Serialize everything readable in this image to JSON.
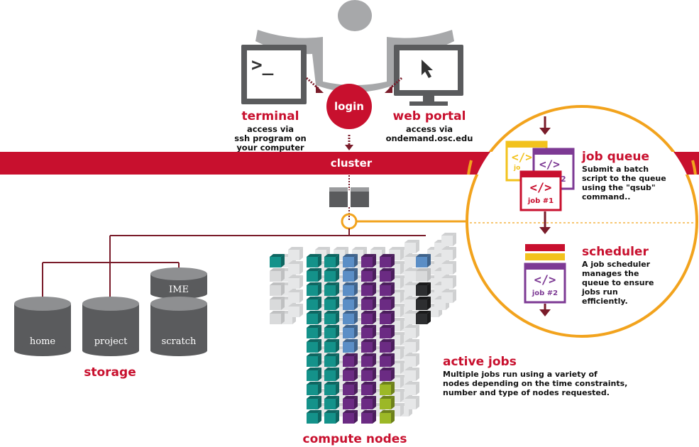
{
  "researcher": {
    "label": "researcher"
  },
  "login": {
    "label": "login"
  },
  "terminal": {
    "title": "terminal",
    "glyph": ">_",
    "desc_lines": [
      "access via",
      "ssh program on",
      "your computer"
    ]
  },
  "web_portal": {
    "title": "web portal",
    "desc_lines": [
      "access via",
      "ondemand.osc.edu"
    ]
  },
  "cluster": {
    "label": "cluster"
  },
  "job_queue": {
    "title": "job queue",
    "desc_lines": [
      "Submit a batch",
      "script to the queue",
      "using the \"qsub\"",
      "command.."
    ],
    "card_front_label": "job #1",
    "card_back_label": "2",
    "card_back2_label": "jo",
    "code_glyph": "</>"
  },
  "scheduler": {
    "title": "scheduler",
    "desc_lines": [
      "A job scheduler",
      "manages the",
      "queue to ensure",
      "jobs run",
      "efficiently."
    ],
    "card_label": "job #2",
    "code_glyph": "</>"
  },
  "storage": {
    "title": "storage",
    "disks": [
      {
        "label": "home"
      },
      {
        "label": "project"
      },
      {
        "label": "scratch"
      }
    ],
    "ime_label": "IME"
  },
  "active_jobs": {
    "title": "active jobs",
    "desc_lines": [
      "Multiple jobs run using a variety of",
      "nodes depending on the time constraints,",
      "number and type of nodes requested."
    ]
  },
  "compute_nodes": {
    "title": "compute nodes"
  },
  "colors": {
    "red": "#c8102e",
    "dark_red": "#7a1c2a",
    "orange": "#f2a31d",
    "teal": "#14928a",
    "blue": "#5b8ec6",
    "purple": "#6b2b83",
    "lime": "#9cb827",
    "gray": "#5a5b5d",
    "light_gray": "#d6d7d8"
  }
}
